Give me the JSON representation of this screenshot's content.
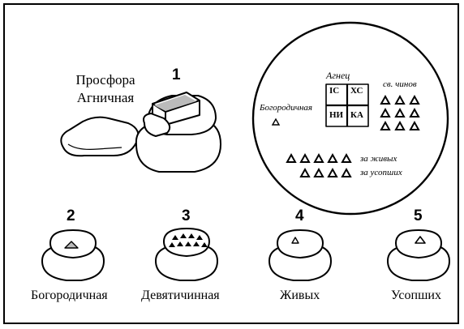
{
  "title_line1": "Просфора",
  "title_line2": "Агничная",
  "numbers": [
    "1",
    "2",
    "3",
    "4",
    "5"
  ],
  "captions": [
    "Богородичная",
    "Девятичинная",
    "Живых",
    "Усопших"
  ],
  "diagram": {
    "lamb": "Агнец",
    "ic": "IС",
    "xc": "ХС",
    "ni": "НИ",
    "ka": "КА",
    "mother_of_god": "Богородичная",
    "saints_orders": "св. чинов",
    "for_living": "за живых",
    "for_departed": "за усопших"
  },
  "counts": {
    "saints_triangles": 9,
    "living_triangles": 5,
    "departed_triangles": 4
  }
}
